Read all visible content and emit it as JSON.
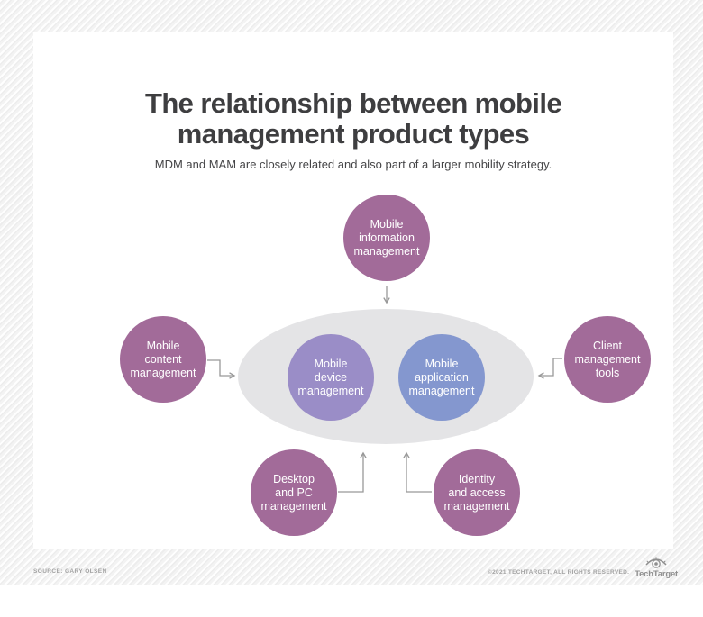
{
  "title": "The relationship between mobile management product types",
  "subtitle": "MDM and MAM are closely related and also part of a larger mobility strategy.",
  "colors": {
    "outer_node": "#a26b99",
    "mdm_node": "#9a8dc7",
    "mam_node": "#8497cf",
    "hub_ellipse": "#e4e4e6",
    "arrow": "#999999",
    "title_text": "#3e3e40",
    "card_background": "#ffffff"
  },
  "nodes": [
    {
      "id": "mobile-information-management",
      "label": "Mobile\ninformation\nmanagement",
      "color": "#a26b99"
    },
    {
      "id": "mobile-content-management",
      "label": "Mobile\ncontent\nmanagement",
      "color": "#a26b99"
    },
    {
      "id": "client-management-tools",
      "label": "Client\nmanagement\ntools",
      "color": "#a26b99"
    },
    {
      "id": "desktop-and-pc-management",
      "label": "Desktop\nand PC\nmanagement",
      "color": "#a26b99"
    },
    {
      "id": "identity-and-access-management",
      "label": "Identity\nand access\nmanagement",
      "color": "#a26b99"
    },
    {
      "id": "mobile-device-management",
      "label": "Mobile\ndevice\nmanagement",
      "color": "#9a8dc7"
    },
    {
      "id": "mobile-application-management",
      "label": "Mobile\napplication\nmanagement",
      "color": "#8497cf"
    }
  ],
  "connectors": [
    {
      "from": "mobile-information-management",
      "to": "hub-ellipse"
    },
    {
      "from": "mobile-content-management",
      "to": "hub-ellipse"
    },
    {
      "from": "client-management-tools",
      "to": "hub-ellipse"
    },
    {
      "from": "desktop-and-pc-management",
      "to": "hub-ellipse"
    },
    {
      "from": "identity-and-access-management",
      "to": "hub-ellipse"
    }
  ],
  "footer": {
    "source": "SOURCE: GARY OLSEN",
    "copyright": "©2021 TECHTARGET, ALL RIGHTS RESERVED.",
    "brand": "TechTarget"
  }
}
